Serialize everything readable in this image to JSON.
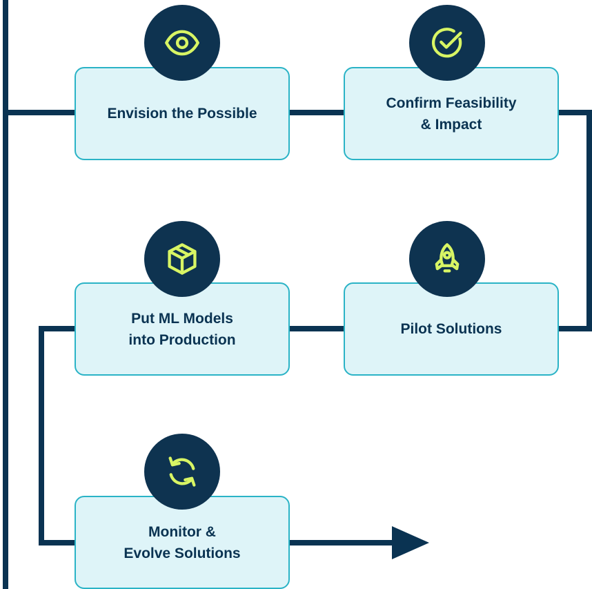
{
  "colors": {
    "connector": "#0a3352",
    "box_fill": "#def4f8",
    "box_border": "#2ab3c6",
    "badge_fill": "#0e3350",
    "icon_accent": "#d8f564",
    "label_text": "#0a3352"
  },
  "steps": [
    {
      "label": "Envision the Possible",
      "icon": "eye-icon"
    },
    {
      "label": "Confirm Feasibility\n& Impact",
      "icon": "check-circle-icon"
    },
    {
      "label": "Pilot Solutions",
      "icon": "rocket-icon"
    },
    {
      "label": "Put ML Models\ninto Production",
      "icon": "box-icon"
    },
    {
      "label": "Monitor &\nEvolve Solutions",
      "icon": "refresh-icon"
    }
  ]
}
